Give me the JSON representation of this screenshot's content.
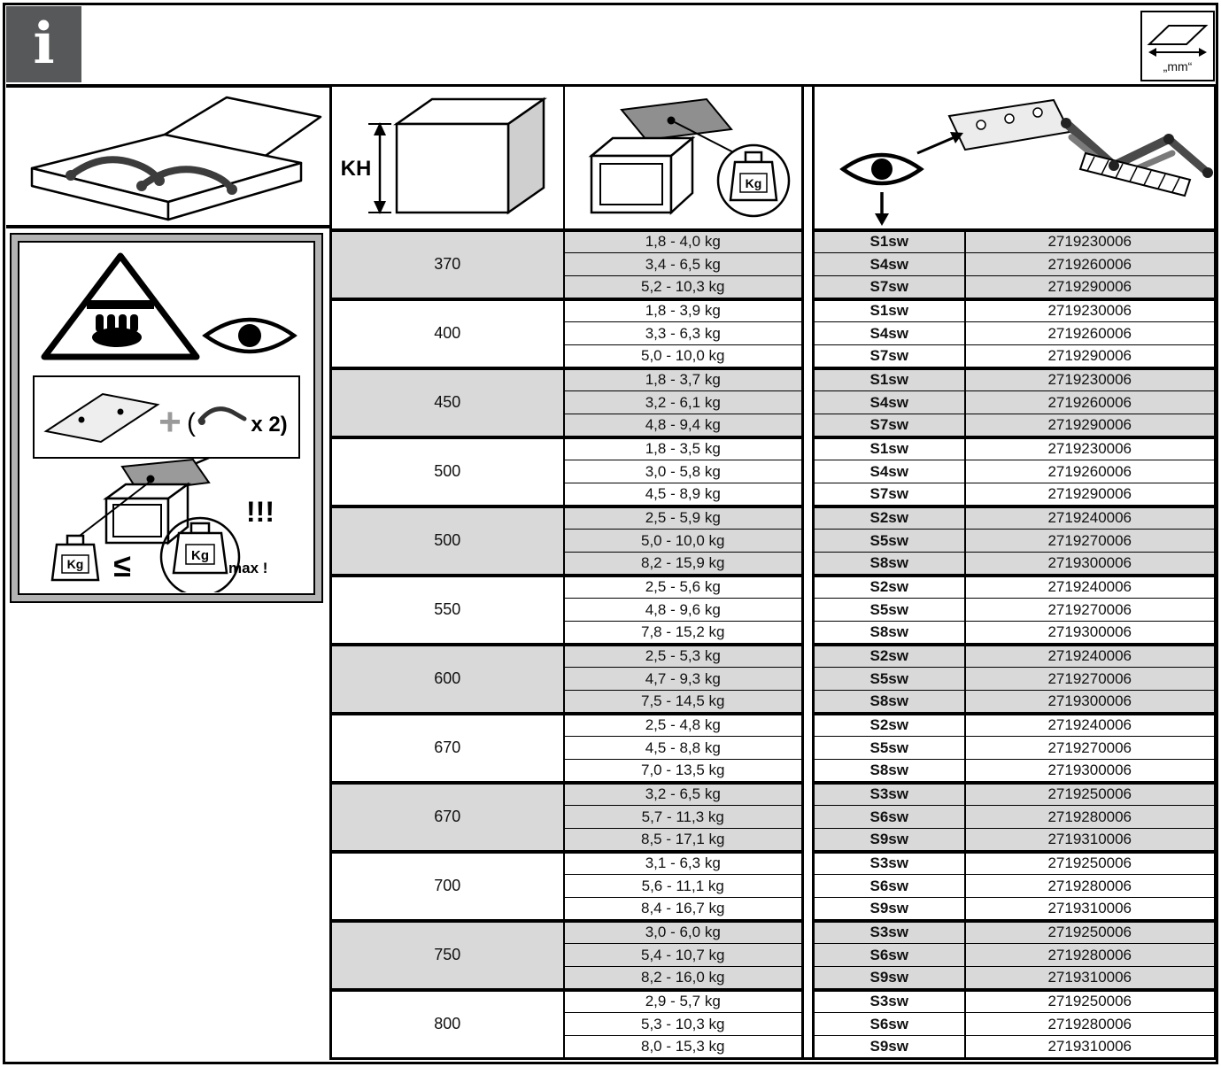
{
  "header": {
    "info_icon_label": "i",
    "unit_box_label": "„mm“",
    "kh_label": "KH"
  },
  "labels": {
    "kg": "Kg"
  },
  "legend": {
    "plus": "+",
    "paren_open": "(",
    "x2_text": "x 2)",
    "lte_symbol": "≤",
    "max_text": "max !",
    "bangs": "!!!"
  },
  "table": {
    "groups": [
      {
        "kh": "370",
        "shaded": true,
        "rows": [
          {
            "kg": "1,8 - 4,0 kg",
            "code": "S1sw",
            "article": "2719230006"
          },
          {
            "kg": "3,4 - 6,5 kg",
            "code": "S4sw",
            "article": "2719260006"
          },
          {
            "kg": "5,2 - 10,3 kg",
            "code": "S7sw",
            "article": "2719290006"
          }
        ]
      },
      {
        "kh": "400",
        "shaded": false,
        "rows": [
          {
            "kg": "1,8 - 3,9 kg",
            "code": "S1sw",
            "article": "2719230006"
          },
          {
            "kg": "3,3 - 6,3 kg",
            "code": "S4sw",
            "article": "2719260006"
          },
          {
            "kg": "5,0 - 10,0 kg",
            "code": "S7sw",
            "article": "2719290006"
          }
        ]
      },
      {
        "kh": "450",
        "shaded": true,
        "rows": [
          {
            "kg": "1,8 - 3,7 kg",
            "code": "S1sw",
            "article": "2719230006"
          },
          {
            "kg": "3,2 - 6,1 kg",
            "code": "S4sw",
            "article": "2719260006"
          },
          {
            "kg": "4,8 - 9,4 kg",
            "code": "S7sw",
            "article": "2719290006"
          }
        ]
      },
      {
        "kh": "500",
        "shaded": false,
        "rows": [
          {
            "kg": "1,8 - 3,5 kg",
            "code": "S1sw",
            "article": "2719230006"
          },
          {
            "kg": "3,0 - 5,8 kg",
            "code": "S4sw",
            "article": "2719260006"
          },
          {
            "kg": "4,5 - 8,9 kg",
            "code": "S7sw",
            "article": "2719290006"
          }
        ]
      },
      {
        "kh": "500",
        "shaded": true,
        "rows": [
          {
            "kg": "2,5 - 5,9 kg",
            "code": "S2sw",
            "article": "2719240006"
          },
          {
            "kg": "5,0 - 10,0 kg",
            "code": "S5sw",
            "article": "2719270006"
          },
          {
            "kg": "8,2 - 15,9 kg",
            "code": "S8sw",
            "article": "2719300006"
          }
        ]
      },
      {
        "kh": "550",
        "shaded": false,
        "rows": [
          {
            "kg": "2,5 - 5,6 kg",
            "code": "S2sw",
            "article": "2719240006"
          },
          {
            "kg": "4,8 - 9,6 kg",
            "code": "S5sw",
            "article": "2719270006"
          },
          {
            "kg": "7,8 - 15,2 kg",
            "code": "S8sw",
            "article": "2719300006"
          }
        ]
      },
      {
        "kh": "600",
        "shaded": true,
        "rows": [
          {
            "kg": "2,5 - 5,3 kg",
            "code": "S2sw",
            "article": "2719240006"
          },
          {
            "kg": "4,7 - 9,3 kg",
            "code": "S5sw",
            "article": "2719270006"
          },
          {
            "kg": "7,5 - 14,5 kg",
            "code": "S8sw",
            "article": "2719300006"
          }
        ]
      },
      {
        "kh": "670",
        "shaded": false,
        "rows": [
          {
            "kg": "2,5 - 4,8 kg",
            "code": "S2sw",
            "article": "2719240006"
          },
          {
            "kg": "4,5 - 8,8 kg",
            "code": "S5sw",
            "article": "2719270006"
          },
          {
            "kg": "7,0 - 13,5 kg",
            "code": "S8sw",
            "article": "2719300006"
          }
        ]
      },
      {
        "kh": "670",
        "shaded": true,
        "rows": [
          {
            "kg": "3,2 - 6,5 kg",
            "code": "S3sw",
            "article": "2719250006"
          },
          {
            "kg": "5,7 - 11,3 kg",
            "code": "S6sw",
            "article": "2719280006"
          },
          {
            "kg": "8,5 - 17,1 kg",
            "code": "S9sw",
            "article": "2719310006"
          }
        ]
      },
      {
        "kh": "700",
        "shaded": false,
        "rows": [
          {
            "kg": "3,1 - 6,3 kg",
            "code": "S3sw",
            "article": "2719250006"
          },
          {
            "kg": "5,6 - 11,1 kg",
            "code": "S6sw",
            "article": "2719280006"
          },
          {
            "kg": "8,4 - 16,7 kg",
            "code": "S9sw",
            "article": "2719310006"
          }
        ]
      },
      {
        "kh": "750",
        "shaded": true,
        "rows": [
          {
            "kg": "3,0 - 6,0 kg",
            "code": "S3sw",
            "article": "2719250006"
          },
          {
            "kg": "5,4 - 10,7 kg",
            "code": "S6sw",
            "article": "2719280006"
          },
          {
            "kg": "8,2 - 16,0 kg",
            "code": "S9sw",
            "article": "2719310006"
          }
        ]
      },
      {
        "kh": "800",
        "shaded": false,
        "rows": [
          {
            "kg": "2,9 - 5,7 kg",
            "code": "S3sw",
            "article": "2719250006"
          },
          {
            "kg": "5,3 - 10,3 kg",
            "code": "S6sw",
            "article": "2719280006"
          },
          {
            "kg": "8,0 - 15,3 kg",
            "code": "S9sw",
            "article": "2719310006"
          }
        ]
      }
    ]
  }
}
